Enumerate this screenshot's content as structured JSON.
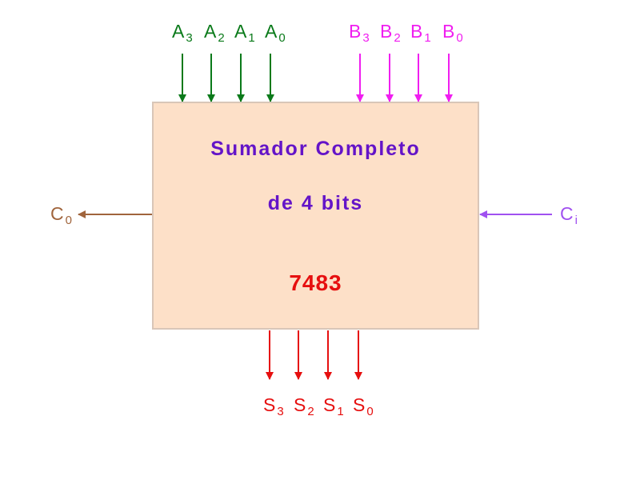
{
  "block": {
    "title_line1": "Sumador Completo",
    "title_line2": "de 4 bits",
    "part_number": "7483"
  },
  "inputs_a": [
    {
      "base": "A",
      "index": "3"
    },
    {
      "base": "A",
      "index": "2"
    },
    {
      "base": "A",
      "index": "1"
    },
    {
      "base": "A",
      "index": "0"
    }
  ],
  "inputs_b": [
    {
      "base": "B",
      "index": "3"
    },
    {
      "base": "B",
      "index": "2"
    },
    {
      "base": "B",
      "index": "1"
    },
    {
      "base": "B",
      "index": "0"
    }
  ],
  "outputs_s": [
    {
      "base": "S",
      "index": "3"
    },
    {
      "base": "S",
      "index": "2"
    },
    {
      "base": "S",
      "index": "1"
    },
    {
      "base": "S",
      "index": "0"
    }
  ],
  "carry_out": {
    "base": "C",
    "index": "0"
  },
  "carry_in": {
    "base": "C",
    "index": "i"
  },
  "colors": {
    "a_inputs": "#0a7a1a",
    "b_inputs": "#f01ef0",
    "s_outputs": "#e60f0f",
    "carry_out": "#a0643c",
    "carry_in": "#a050f0",
    "block_text": "#6414c8",
    "part_number": "#e60f0f",
    "block_fill": "#fde0c8"
  }
}
